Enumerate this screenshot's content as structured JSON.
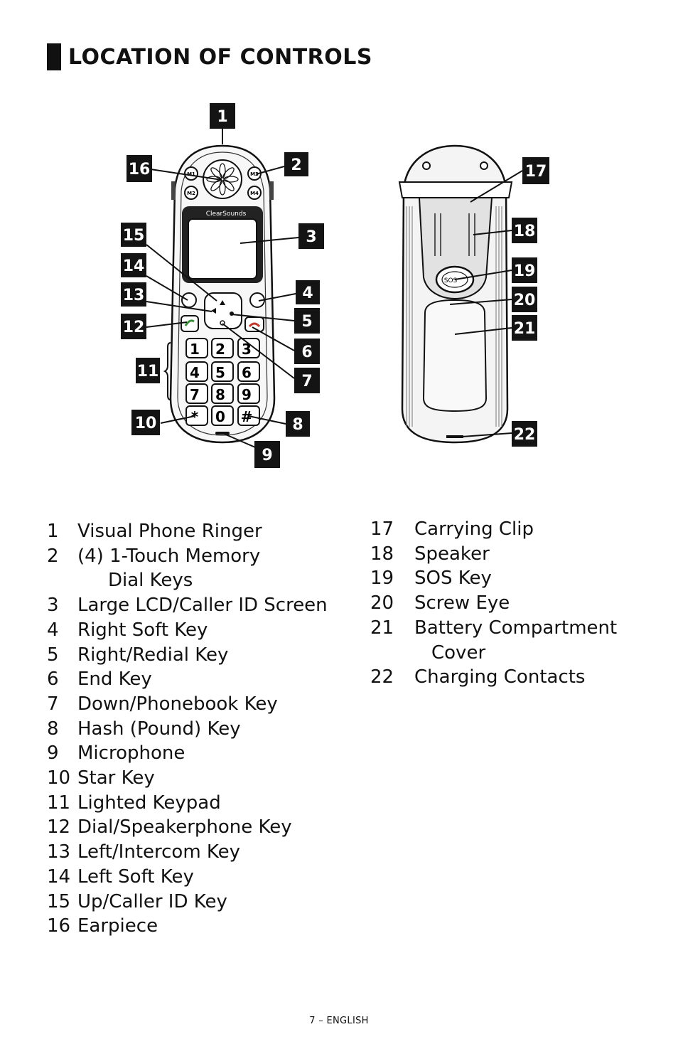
{
  "page": {
    "title": "LOCATION OF CONTROLS",
    "footer": "7 – ENGLISH"
  },
  "figure": {
    "brand_label": "ClearSounds",
    "sos_label": "SOS",
    "memory_keys": [
      "M1",
      "M3",
      "M2",
      "M4"
    ],
    "digit_keys": [
      "1",
      "2",
      "3",
      "4",
      "5",
      "6",
      "7",
      "8",
      "9",
      "*",
      "0",
      "#"
    ],
    "callouts": [
      "1",
      "2",
      "3",
      "4",
      "5",
      "6",
      "7",
      "8",
      "9",
      "10",
      "11",
      "12",
      "13",
      "14",
      "15",
      "16",
      "17",
      "18",
      "19",
      "20",
      "21",
      "22"
    ]
  },
  "legend_left": [
    {
      "num": "1",
      "label": "Visual Phone Ringer"
    },
    {
      "num": "2",
      "label": "(4) 1-Touch Memory",
      "cont": "Dial Keys"
    },
    {
      "num": "3",
      "label": "Large LCD/Caller ID Screen"
    },
    {
      "num": "4",
      "label": "Right Soft Key"
    },
    {
      "num": "5",
      "label": "Right/Redial Key"
    },
    {
      "num": "6",
      "label": "End Key"
    },
    {
      "num": "7",
      "label": "Down/Phonebook Key"
    },
    {
      "num": "8",
      "label": "Hash (Pound) Key"
    },
    {
      "num": "9",
      "label": "Microphone"
    },
    {
      "num": "10",
      "label": "Star Key"
    },
    {
      "num": "11",
      "label": "Lighted Keypad"
    },
    {
      "num": "12",
      "label": "Dial/Speakerphone Key"
    },
    {
      "num": "13",
      "label": "Left/Intercom Key"
    },
    {
      "num": "14",
      "label": "Left Soft Key"
    },
    {
      "num": "15",
      "label": "Up/Caller ID Key"
    },
    {
      "num": "16",
      "label": "Earpiece"
    }
  ],
  "legend_right": [
    {
      "num": "17",
      "label": "Carrying Clip"
    },
    {
      "num": "18",
      "label": "Speaker"
    },
    {
      "num": "19",
      "label": "SOS Key"
    },
    {
      "num": "20",
      "label": "Screw Eye"
    },
    {
      "num": "21",
      "label": "Battery Compartment",
      "cont": "Cover"
    },
    {
      "num": "22",
      "label": "Charging Contacts"
    }
  ]
}
